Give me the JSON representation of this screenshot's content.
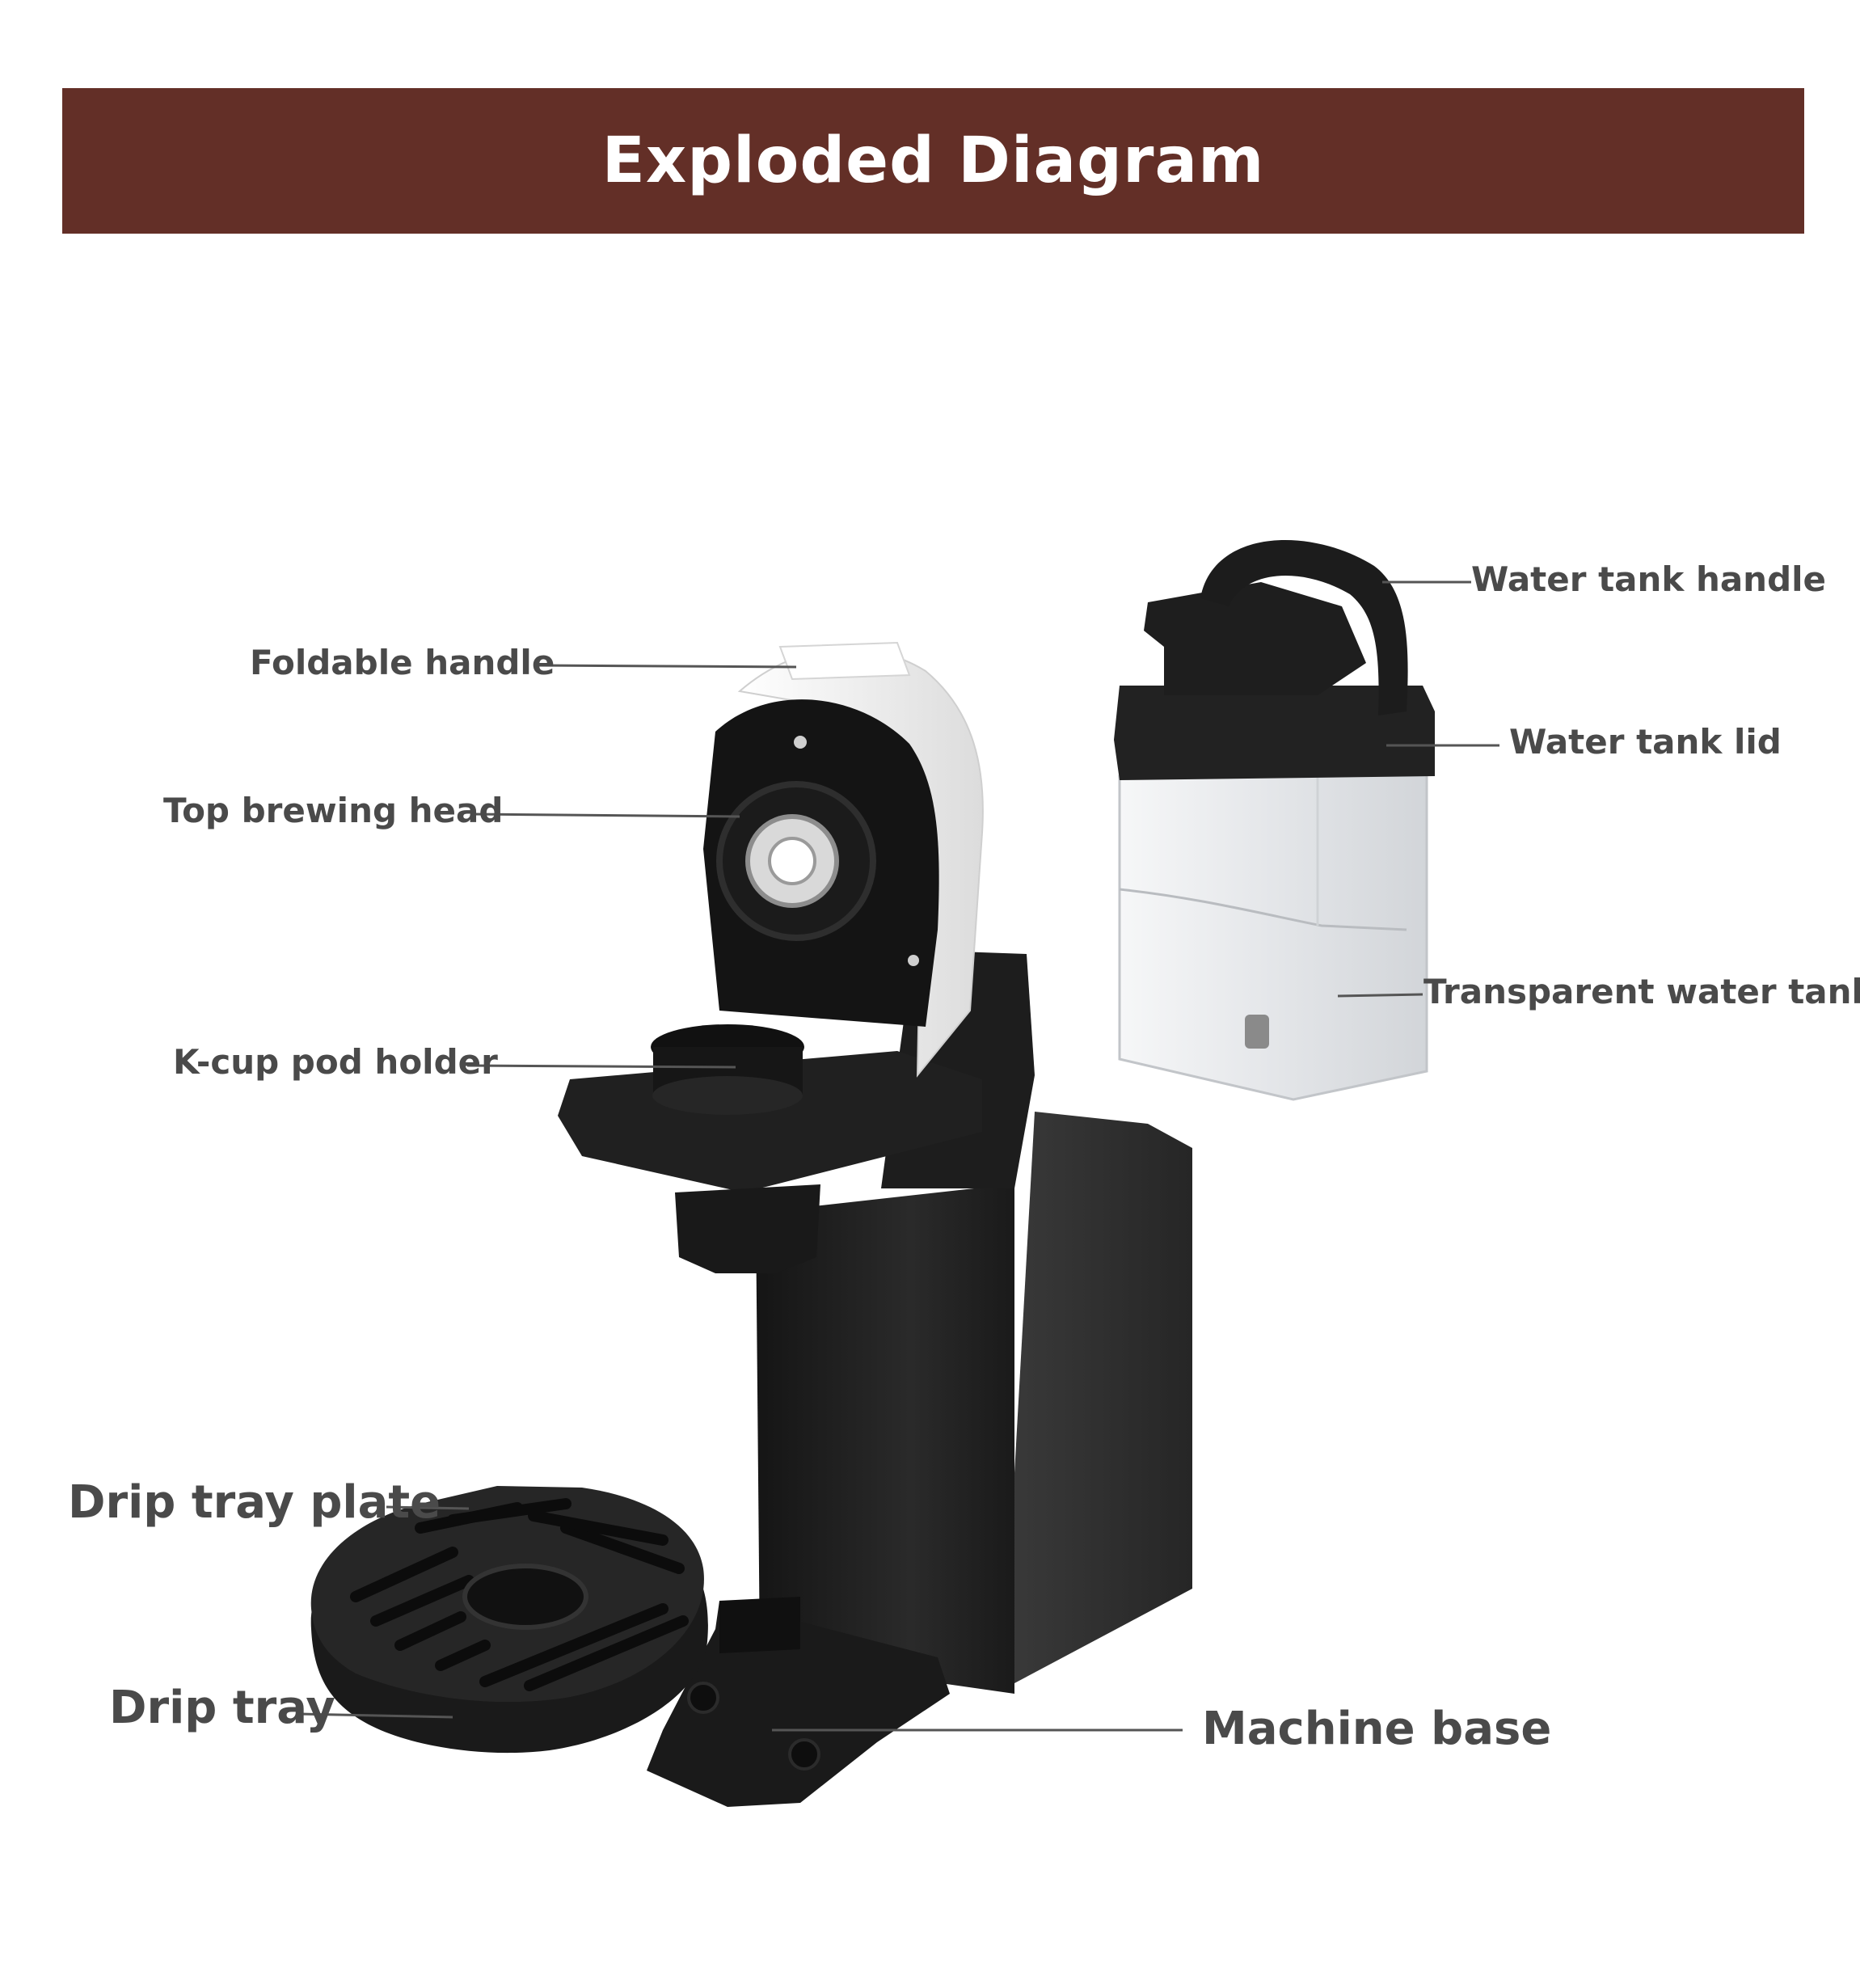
{
  "banner": {
    "title": "Exploded Diagram",
    "color": "#632f27"
  },
  "labels": {
    "foldable_handle": "Foldable handle",
    "top_brewing_head": "Top brewing head",
    "kcup_pod_holder": "K-cup pod holder",
    "drip_tray_plate": "Drip tray plate",
    "drip_tray": "Drip tray",
    "water_tank_handle": "Water tank handle",
    "water_tank_lid": "Water tank lid",
    "transparent_water_tank": "Transparent water tank",
    "machine_base": "Machine base"
  },
  "colors": {
    "label_text": "#4a4a4a",
    "leader_line": "#555555",
    "machine_body": "#1f1f1f",
    "machine_white": "#f4f4f4",
    "tank_glass": "#e9ebee"
  }
}
